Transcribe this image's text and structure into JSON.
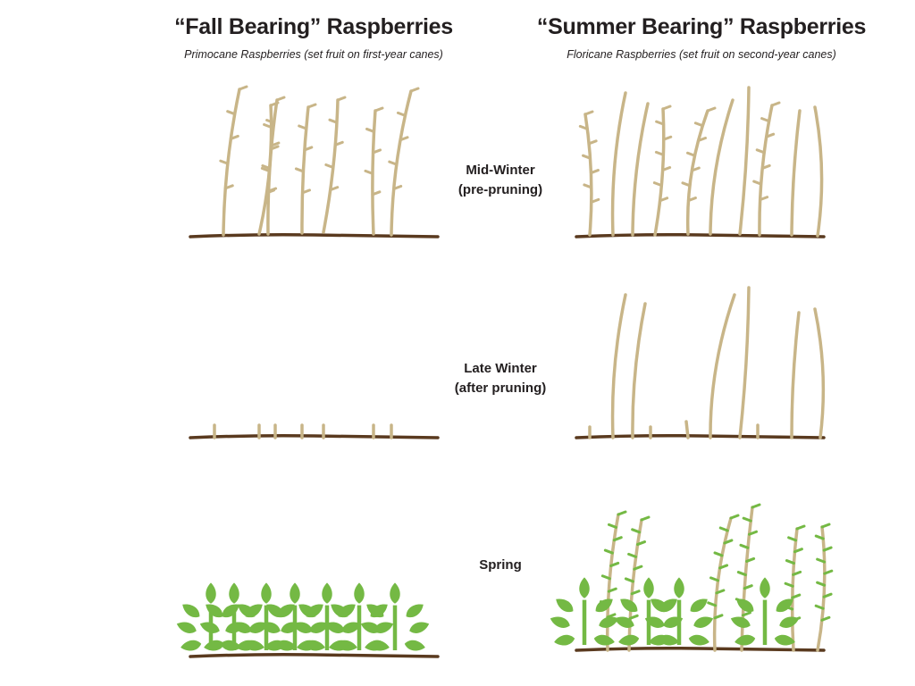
{
  "columns": [
    {
      "title": "“Fall Bearing” Raspberries",
      "subtitle": "Primocane Raspberries (set fruit on first-year canes)"
    },
    {
      "title": "“Summer Bearing” Raspberries",
      "subtitle": "Floricane Raspberries (set fruit on second-year canes)"
    }
  ],
  "stages": [
    {
      "line1": "Mid-Winter",
      "line2": "(pre-pruning)"
    },
    {
      "line1": "Late Winter",
      "line2": "(after pruning)"
    },
    {
      "line1": "Spring",
      "line2": ""
    }
  ],
  "colors": {
    "cane": "#c8b588",
    "soil": "#5a3a1f",
    "leaf": "#74b944",
    "text": "#231f20"
  }
}
